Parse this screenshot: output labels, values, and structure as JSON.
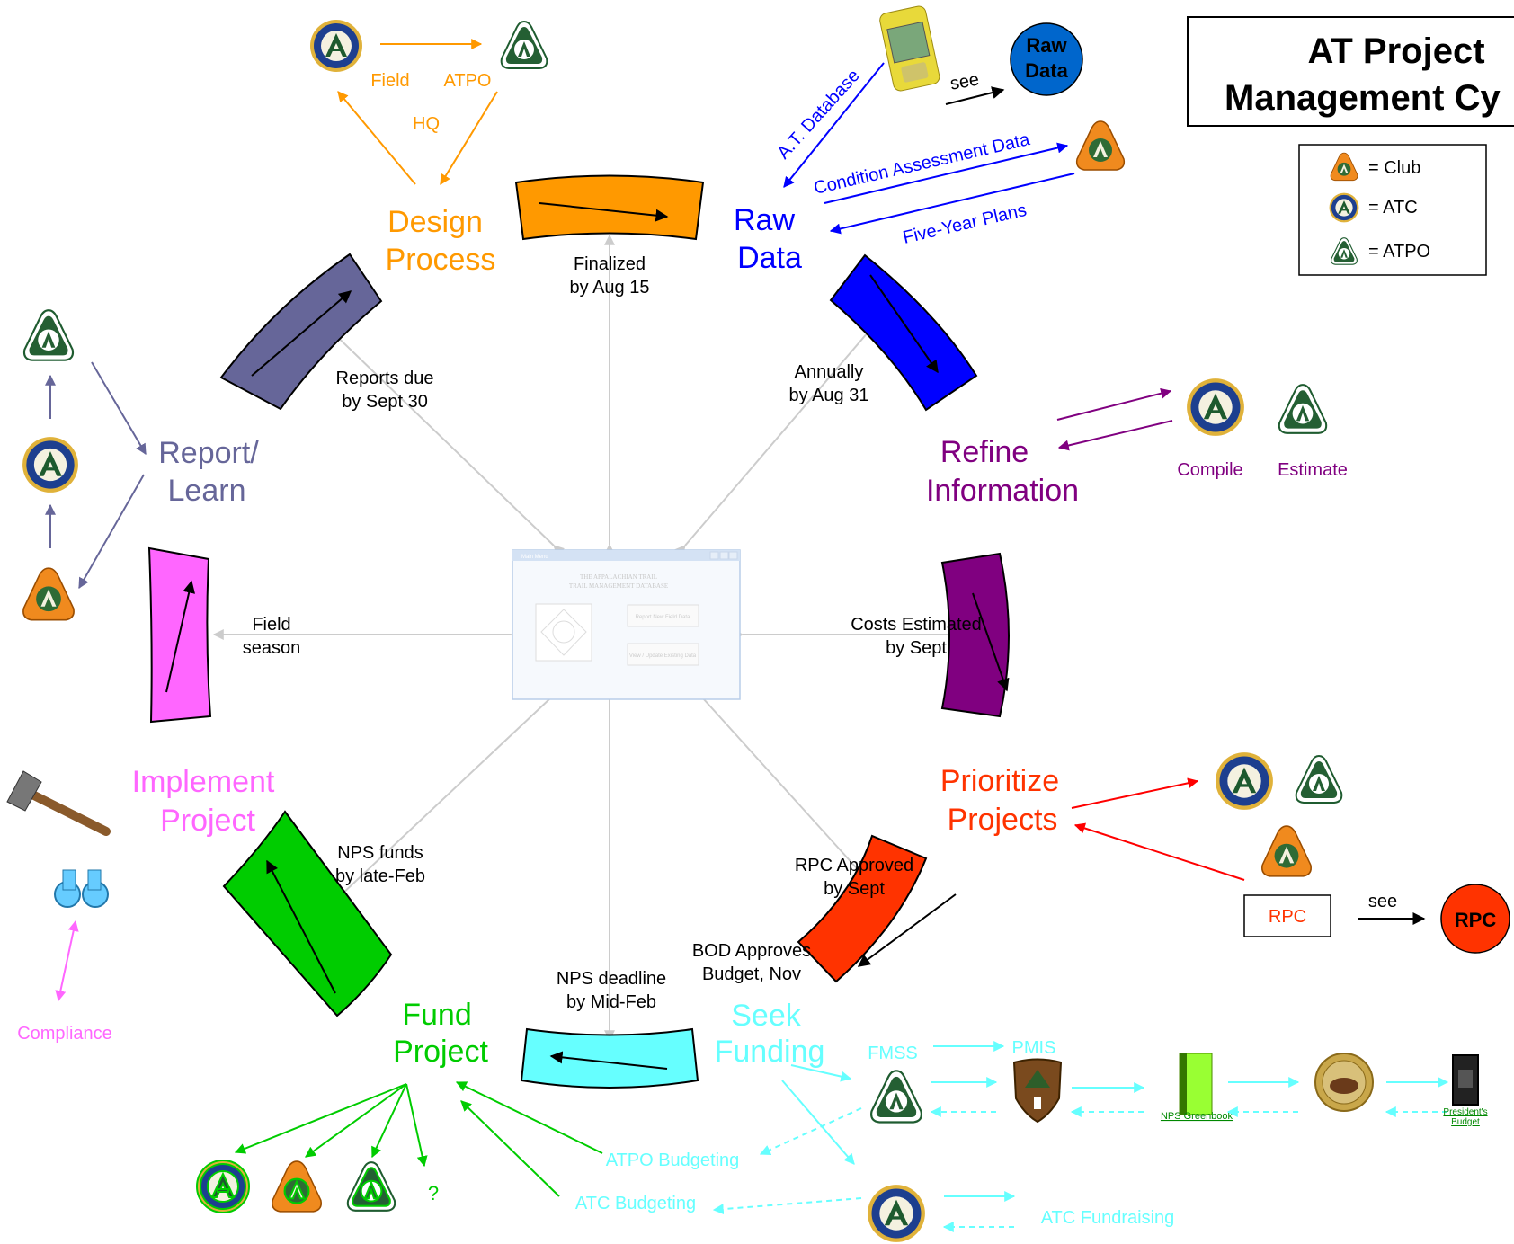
{
  "title": {
    "line1": "AT Project",
    "line2": "Management Cy"
  },
  "legend": {
    "club": "= Club",
    "atc": "= ATC",
    "atpo": "= ATPO"
  },
  "stages": {
    "design_l1": "Design",
    "design_l2": "Process",
    "raw_l1": "Raw",
    "raw_l2": "Data",
    "refine_l1": "Refine",
    "refine_l2": "Information",
    "prioritize_l1": "Prioritize",
    "prioritize_l2": "Projects",
    "seek_l1": "Seek",
    "seek_l2": "Funding",
    "fund_l1": "Fund",
    "fund_l2": "Project",
    "implement_l1": "Implement",
    "implement_l2": "Project",
    "report_l1": "Report/",
    "report_l2": "Learn"
  },
  "timing": {
    "finalized_l1": "Finalized",
    "finalized_l2": "by Aug 15",
    "annually_l1": "Annually",
    "annually_l2": "by Aug 31",
    "costs_l1": "Costs Estimated",
    "costs_l2": "by Sept",
    "rpc_l1": "RPC Approved",
    "rpc_l2": "by Sept",
    "bod_l1": "BOD Approves",
    "bod_l2": "Budget, Nov",
    "nps_deadline_l1": "NPS deadline",
    "nps_deadline_l2": "by Mid-Feb",
    "nps_funds_l1": "NPS funds",
    "nps_funds_l2": "by late-Feb",
    "field_l1": "Field",
    "field_l2": "season",
    "reports_l1": "Reports due",
    "reports_l2": "by Sept 30"
  },
  "design": {
    "field": "Field",
    "atpo": "ATPO",
    "hq": "HQ"
  },
  "raw": {
    "atdb": "A.T. Database",
    "see": "see",
    "raw_l1": "Raw",
    "raw_l2": "Data",
    "condition": "Condition Assessment Data",
    "fiveyear": "Five-Year Plans"
  },
  "refine": {
    "compile": "Compile",
    "estimate": "Estimate"
  },
  "prioritize": {
    "rpc_box": "RPC",
    "see": "see",
    "rpc_circle": "RPC"
  },
  "seek": {
    "fmss": "FMSS",
    "pmis": "PMIS",
    "greenbook": "NPS Greenbook",
    "presidents_l1": "President's",
    "presidents_l2": "Budget",
    "atpo_budgeting": "ATPO Budgeting",
    "atc_budgeting": "ATC Budgeting",
    "atc_fundraising": "ATC Fundraising"
  },
  "fund": {
    "question": "?"
  },
  "implement": {
    "compliance": "Compliance"
  },
  "center_window": {
    "bar": "Main Menu",
    "title_l1": "THE APPALACHIAN TRAIL",
    "title_l2": "TRAIL MANAGEMENT DATABASE",
    "btn1": "Report New Field Data",
    "btn2": "View / Update Existing Data"
  },
  "colors": {
    "design": "#ff9900",
    "raw": "#0000ff",
    "refine": "#800080",
    "prioritize": "#ff3300",
    "seek": "#66ffff",
    "fund": "#00cc00",
    "implement": "#ff66ff",
    "report": "#666699",
    "center_arrows": "#d0d0d0"
  }
}
